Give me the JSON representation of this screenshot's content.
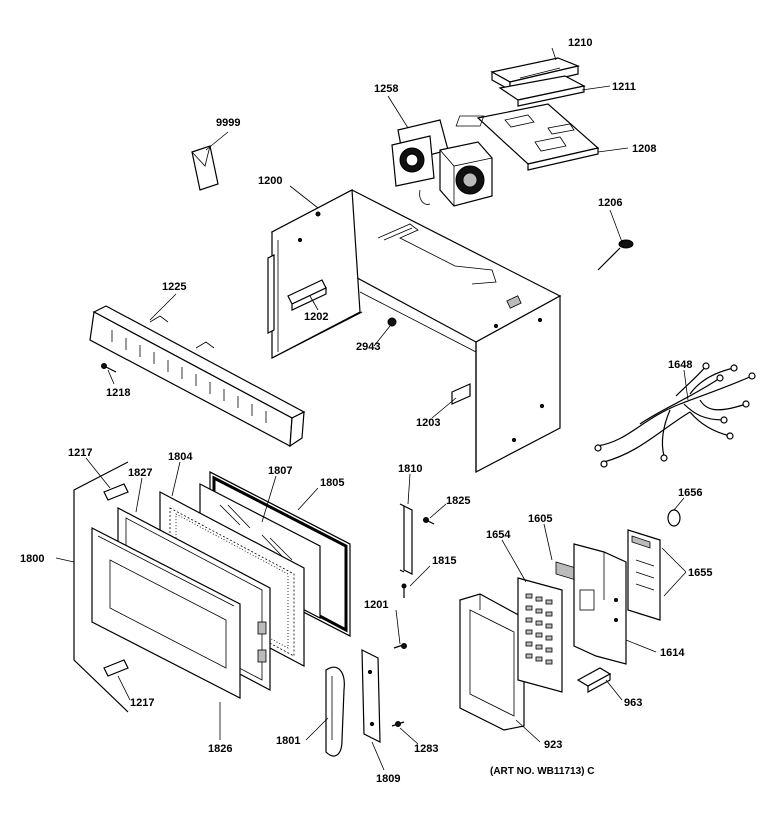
{
  "callouts": [
    {
      "id": "p1210",
      "text": "1210"
    },
    {
      "id": "p1211",
      "text": "1211"
    },
    {
      "id": "p1208",
      "text": "1208"
    },
    {
      "id": "p1258",
      "text": "1258"
    },
    {
      "id": "p9999",
      "text": "9999"
    },
    {
      "id": "p1200",
      "text": "1200"
    },
    {
      "id": "p1206",
      "text": "1206"
    },
    {
      "id": "p1225",
      "text": "1225"
    },
    {
      "id": "p1202",
      "text": "1202"
    },
    {
      "id": "p2943",
      "text": "2943"
    },
    {
      "id": "p1218",
      "text": "1218"
    },
    {
      "id": "p1648",
      "text": "1648"
    },
    {
      "id": "p1203",
      "text": "1203"
    },
    {
      "id": "p1217a",
      "text": "1217"
    },
    {
      "id": "p1804",
      "text": "1804"
    },
    {
      "id": "p1807",
      "text": "1807"
    },
    {
      "id": "p1805",
      "text": "1805"
    },
    {
      "id": "p1827",
      "text": "1827"
    },
    {
      "id": "p1810",
      "text": "1810"
    },
    {
      "id": "p1825",
      "text": "1825"
    },
    {
      "id": "p1656",
      "text": "1656"
    },
    {
      "id": "p1800",
      "text": "1800"
    },
    {
      "id": "p1605",
      "text": "1605"
    },
    {
      "id": "p1654",
      "text": "1654"
    },
    {
      "id": "p1815",
      "text": "1815"
    },
    {
      "id": "p1655",
      "text": "1655"
    },
    {
      "id": "p1201",
      "text": "1201"
    },
    {
      "id": "p1614",
      "text": "1614"
    },
    {
      "id": "p1217b",
      "text": "1217"
    },
    {
      "id": "p963",
      "text": "963"
    },
    {
      "id": "p1826",
      "text": "1826"
    },
    {
      "id": "p1801",
      "text": "1801"
    },
    {
      "id": "p1283",
      "text": "1283"
    },
    {
      "id": "p923",
      "text": "923"
    },
    {
      "id": "p1809",
      "text": "1809"
    }
  ],
  "art_number": "(ART NO. WB11713) C"
}
